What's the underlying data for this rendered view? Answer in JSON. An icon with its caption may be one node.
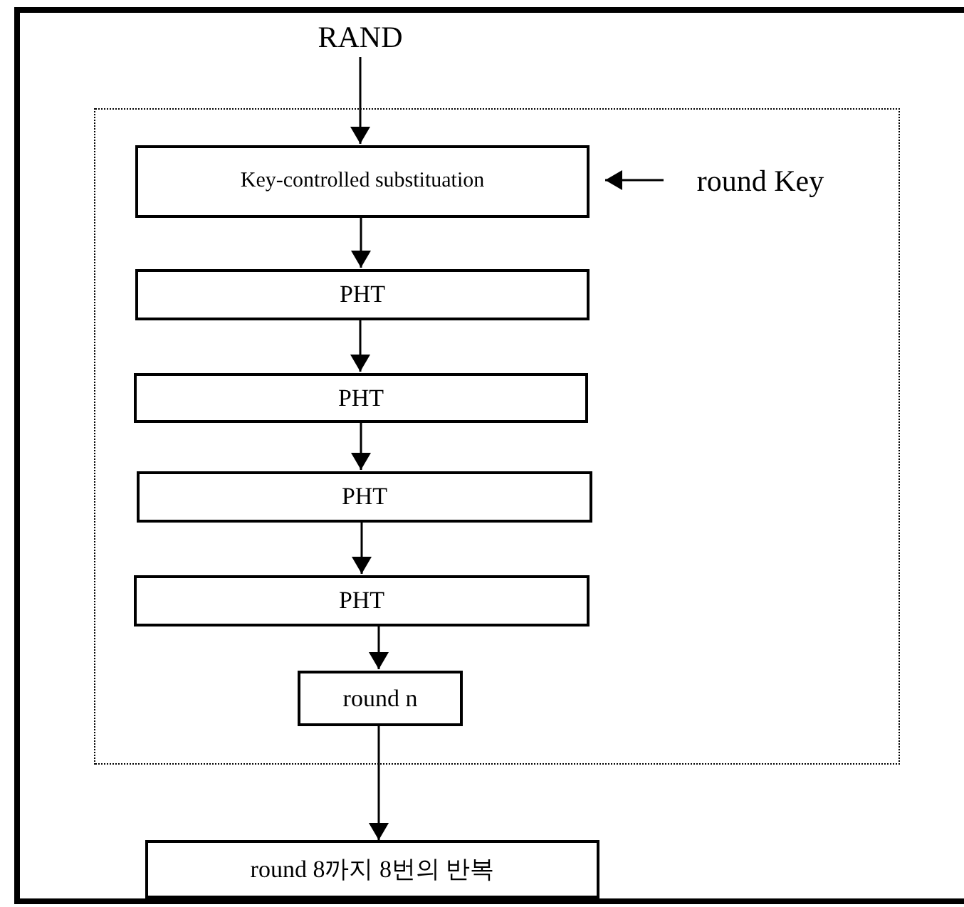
{
  "diagram": {
    "nodes": [
      {
        "text": [],
        "shape": "box"
      },
      {
        "text": [
          "RAND"
        ]
      },
      {
        "text": [
          "Key-controlled substituation"
        ],
        "in": 0
      },
      {
        "text": [
          "round Key"
        ],
        "in": 0
      },
      {
        "text": [
          "PHT"
        ],
        "in": 0
      },
      {
        "text": [
          "PHT"
        ],
        "in": 0
      },
      {
        "text": [
          "PHT"
        ],
        "in": 0
      },
      {
        "text": [
          "PHT"
        ],
        "in": 0
      },
      {
        "text": [
          "round n"
        ],
        "in": 0
      },
      {
        "text": [
          "round 8까지 8번의 반복"
        ]
      }
    ],
    "edges": [
      {
        "from": 1,
        "to": 2,
        "arrow": "to"
      },
      {
        "from": 3,
        "to": 2,
        "arrow": "to"
      },
      {
        "from": 2,
        "to": 4,
        "arrow": "to"
      },
      {
        "from": 4,
        "to": 5,
        "arrow": "to"
      },
      {
        "from": 5,
        "to": 6,
        "arrow": "to"
      },
      {
        "from": 6,
        "to": 7,
        "arrow": "to"
      },
      {
        "from": 7,
        "to": 8,
        "arrow": "to"
      },
      {
        "from": 8,
        "to": 9,
        "arrow": "to"
      }
    ]
  }
}
